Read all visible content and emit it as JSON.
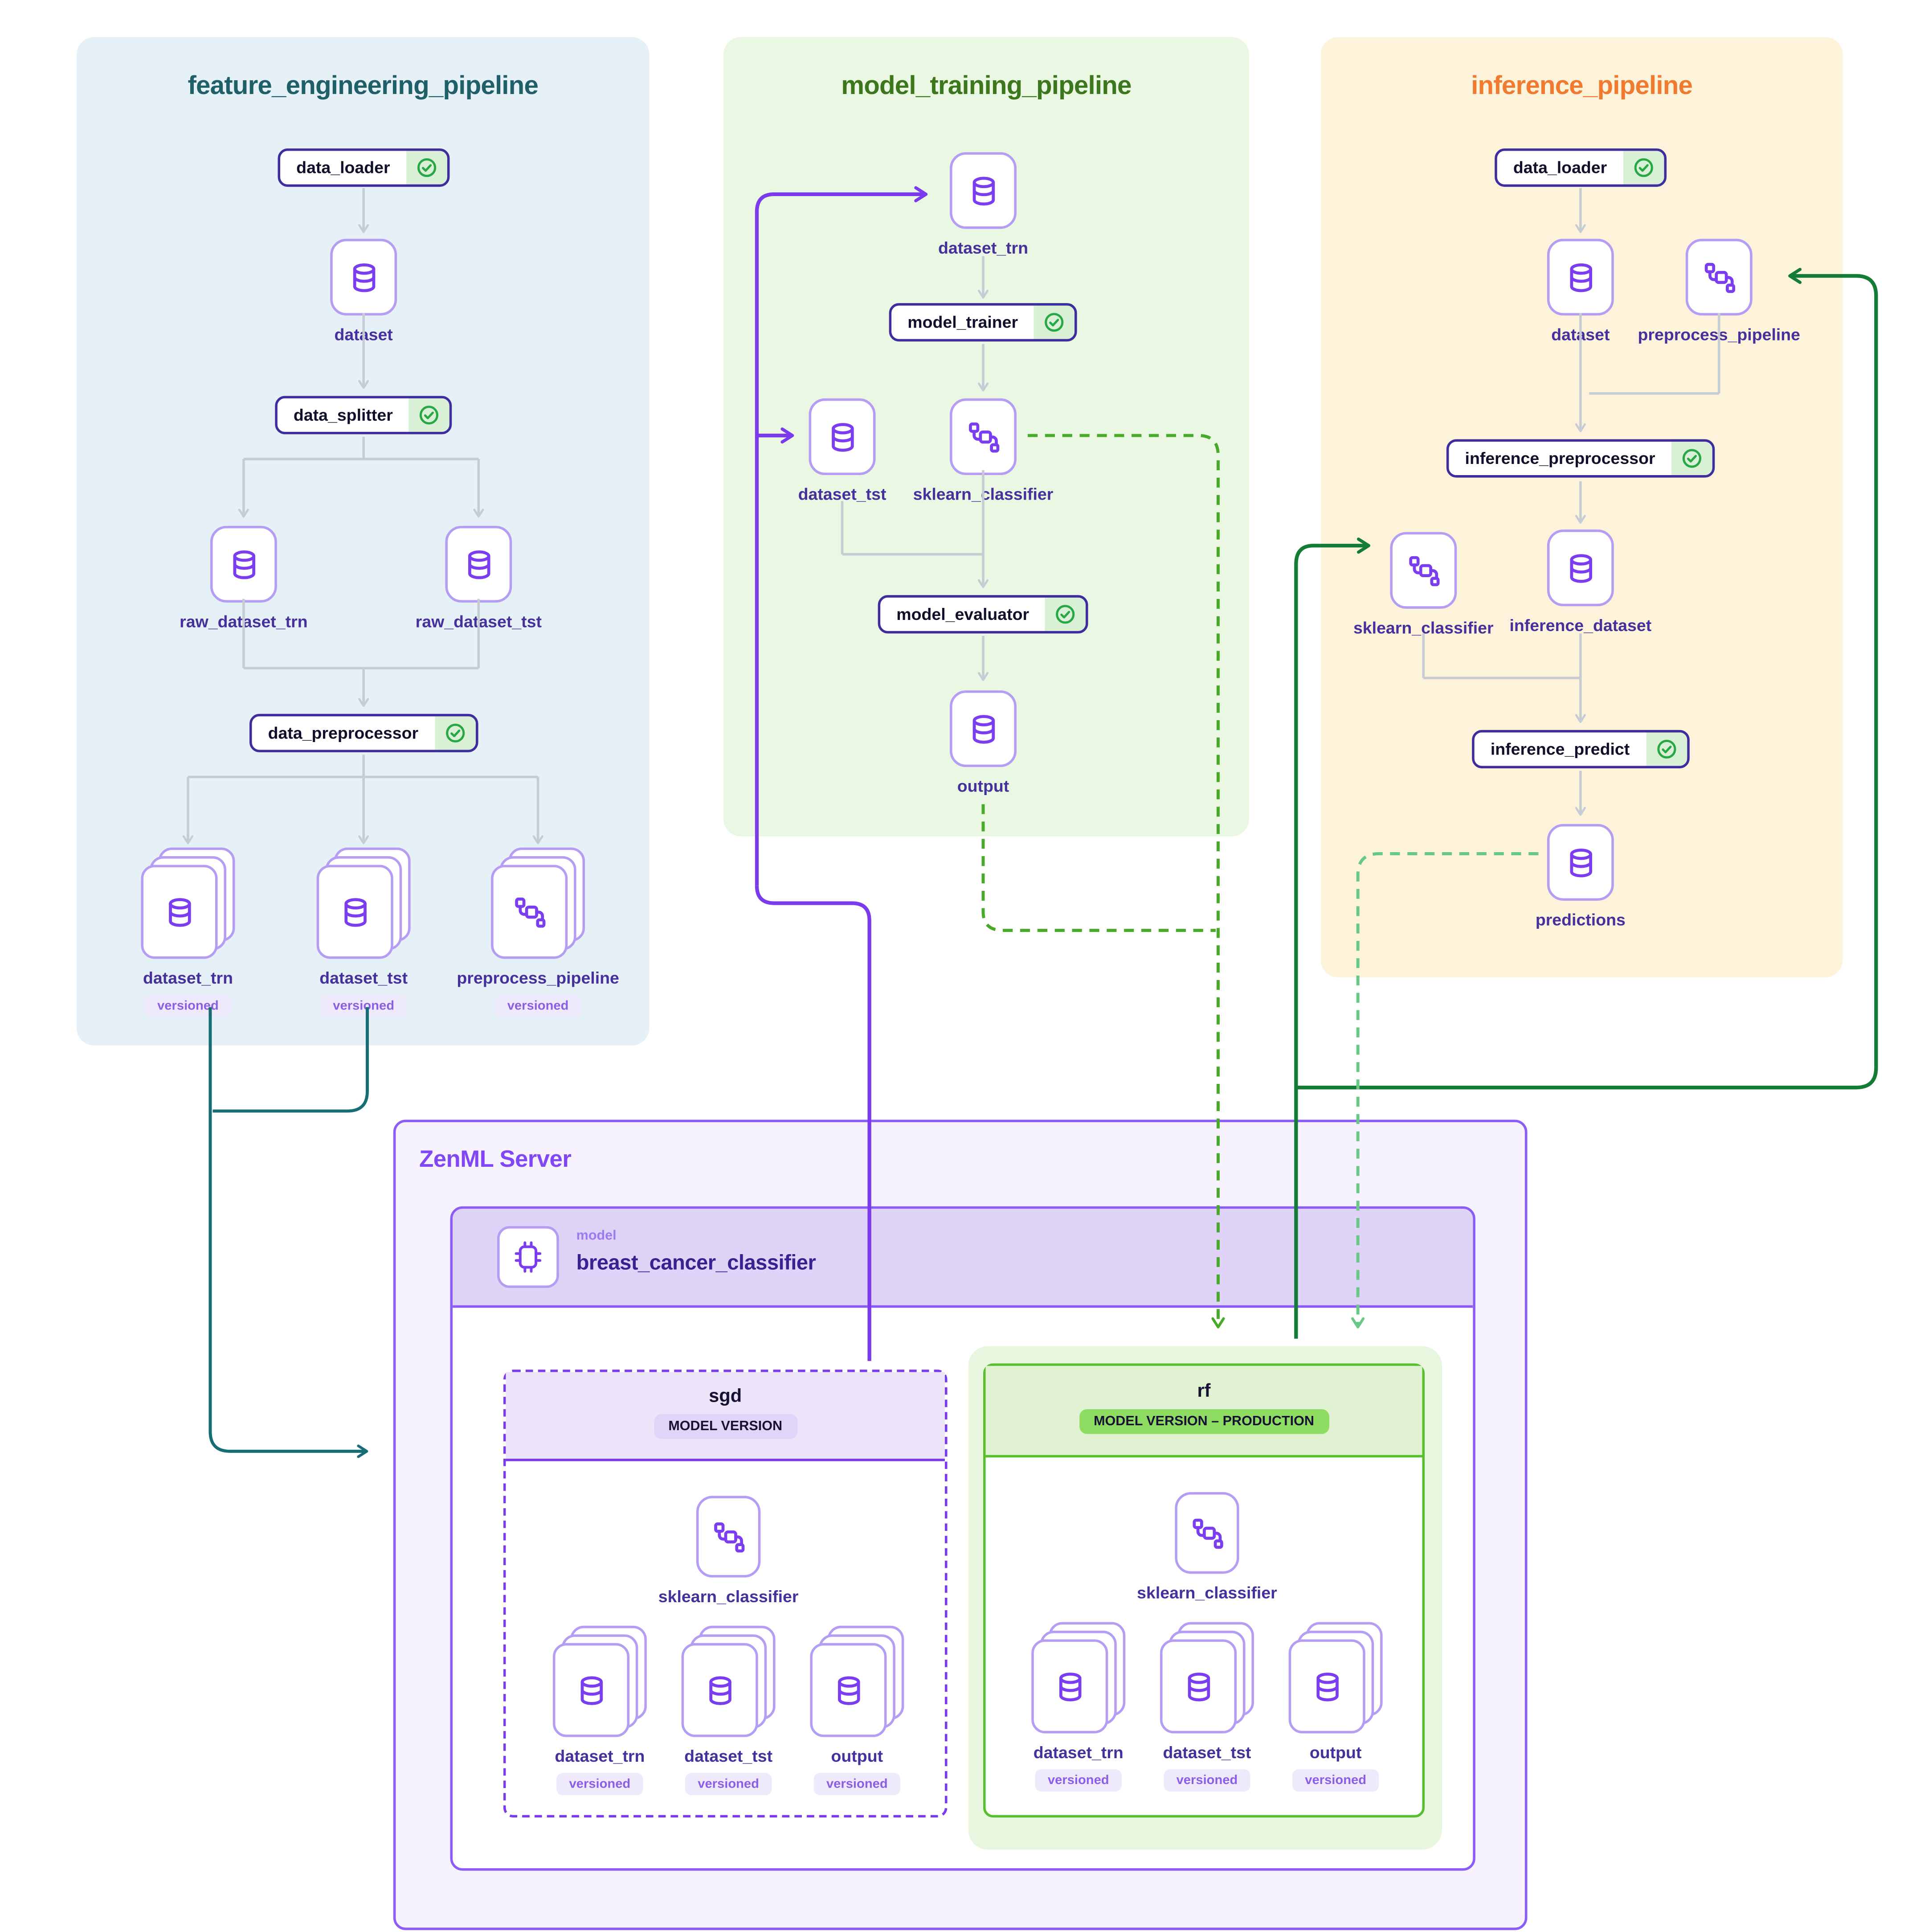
{
  "diagram": {
    "feature_pipeline": {
      "title": "feature_engineering_pipeline",
      "steps": {
        "data_loader": "data_loader",
        "data_splitter": "data_splitter",
        "data_preprocessor": "data_preprocessor"
      },
      "artifacts": {
        "dataset": "dataset",
        "raw_dataset_trn": "raw_dataset_trn",
        "raw_dataset_tst": "raw_dataset_tst",
        "dataset_trn": "dataset_trn",
        "dataset_tst": "dataset_tst",
        "preprocess_pipeline": "preprocess_pipeline"
      }
    },
    "training_pipeline": {
      "title": "model_training_pipeline",
      "steps": {
        "model_trainer": "model_trainer",
        "model_evaluator": "model_evaluator"
      },
      "artifacts": {
        "dataset_trn": "dataset_trn",
        "dataset_tst": "dataset_tst",
        "sklearn_classifier": "sklearn_classifier",
        "output": "output"
      }
    },
    "inference_pipeline": {
      "title": "inference_pipeline",
      "steps": {
        "data_loader": "data_loader",
        "inference_preprocessor": "inference_preprocessor",
        "inference_predict": "inference_predict"
      },
      "artifacts": {
        "dataset": "dataset",
        "preprocess_pipeline": "preprocess_pipeline",
        "sklearn_classifier": "sklearn_classifier",
        "inference_dataset": "inference_dataset",
        "predictions": "predictions"
      }
    },
    "server": {
      "title": "ZenML Server",
      "model_kicker": "model",
      "model_name": "breast_cancer_classifier",
      "versions": {
        "sgd": {
          "name": "sgd",
          "badge": "MODEL VERSION"
        },
        "rf": {
          "name": "rf",
          "badge": "MODEL VERSION – PRODUCTION"
        }
      },
      "version_artifacts": {
        "sklearn_classifier": "sklearn_classifier",
        "dataset_trn": "dataset_trn",
        "dataset_tst": "dataset_tst",
        "output": "output"
      }
    },
    "badges": {
      "versioned": "versioned"
    }
  },
  "colors": {
    "feature_bg": "#e6f1f7",
    "feature_title": "#1f5f68",
    "training_bg": "#eaf7e3",
    "training_title": "#3c761d",
    "inference_bg": "#fdf3da",
    "inference_title": "#f07a30",
    "step_border": "#3f2d9e",
    "step_check_bg": "#d9f0d7",
    "step_check": "#27a845",
    "artifact_border": "#b49df2",
    "artifact_icon": "#7b3df0",
    "artifact_label": "#46309c",
    "versioned_bg": "#efe9fc",
    "versioned_text": "#8a5fe6",
    "server_bg": "#f6f2fe",
    "server_border": "#8b5cf6",
    "server_title": "#8247f5",
    "model_header_bg": "#e0d3f8",
    "model_name": "#39218f",
    "model_kicker": "#9a7cf0",
    "sgd_header_bg": "#ece5fa",
    "sgd_badge_bg": "#e1d4f9",
    "version_text": "#171233",
    "rf_container_bg": "#e8f5df",
    "rf_border": "#57bf2e",
    "rf_header_bg": "#e0f2d2",
    "rf_badge_bg": "#8edc62",
    "edge_gray": "#c7ccd4",
    "edge_teal": "#176d75",
    "edge_purple": "#7c3aed",
    "edge_dark_green": "#147c36",
    "edge_green_dashed": "#49a928",
    "edge_mint_dashed": "#69c885"
  }
}
